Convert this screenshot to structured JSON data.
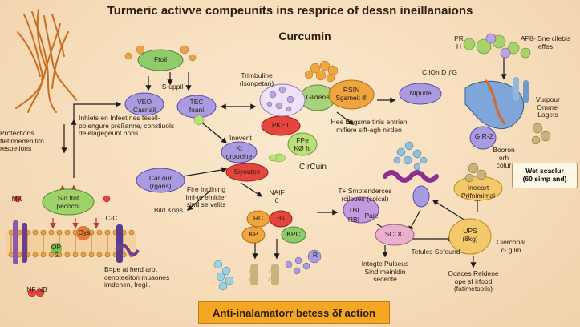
{
  "title": "Turmeric activve compeunits ins resprice of dessn ineillanaions",
  "subtitle": "Curcumin",
  "footer": "Anti-inalamatorr betess δf action",
  "labels": {
    "ptoil": "Ftoil",
    "s_uppil": "S-uppil",
    "veo": "VEO\nCasnail",
    "tec": "TEC\nfoani",
    "trimbuline": "Trimbuline\n(lsonpetan)",
    "glidens": "Glidens",
    "rsin": "RSIN\nSgsmeit ®",
    "nipude": "NIpude",
    "inhiets": "Inhiets en Infeet nes tesell-\npoiengure preßanne, constiuols\ndelelagegeunt hons",
    "heeengsme": "Hee Engsme tinis entrien\nmifiere sift-agh nirden",
    "pket": "PKET",
    "inevent": "Inevent",
    "ki_orpocine": "Ki\norpocine",
    "fpe_kk": "FPe\nKØ fc",
    "siyoutee": "Siyoutee",
    "circuin": "CIrCuin",
    "protections": "Protections\nfletinnedenltitn\nrespetions",
    "caraur": "Car our\n(rgans)",
    "sid_pecocol": "Sid ttof\npecocol",
    "fireincluing": "Fire Inclining\nIml-te emicier\nsind se velits",
    "bildkons": "Bild Kons",
    "naif": "NAIF\n6",
    "rc": "RC",
    "bii": "Bii",
    "kp": "KP",
    "kpc": "KPC",
    "r_small": "R",
    "tsmpte": "T+ Smptenderces\n(ciloues (soical)",
    "tbi": "TBI",
    "rbi": "RBI",
    "paie": "Paie",
    "scoc": "SCOC",
    "tetules": "Tetules Sefound",
    "integte": "Intogte Pulseus\nSind meinldin\nseceofe",
    "ups": "UPS\n(8kg)",
    "cierconal": "Cierconal\nc- gilm",
    "odaces": "Odaces Reldene\nope sf irfood\n(fatimetsoils)",
    "ineeart": "Ineeart\nPrifnimimal",
    "booron": "Booron\norh\ncolur",
    "wetscaclur": "Wet scaclur\n(60 simp and)",
    "vurpour": "Vurpour\nOmmel\nLagets",
    "apb": "AP8- Sne cilebis\neffes",
    "pr": "PR\nH",
    "cilon": "CIlOn D ƒG",
    "gr2": "G  R-2",
    "oys": "Oys",
    "cc": "C-C",
    "op": "OP\nS",
    "mk": "MK",
    "bipe": "B=pe at herd arot\ncenoteeiton muaones\nimdenen, lregil.",
    "nfg": "NF  NB"
  }
}
